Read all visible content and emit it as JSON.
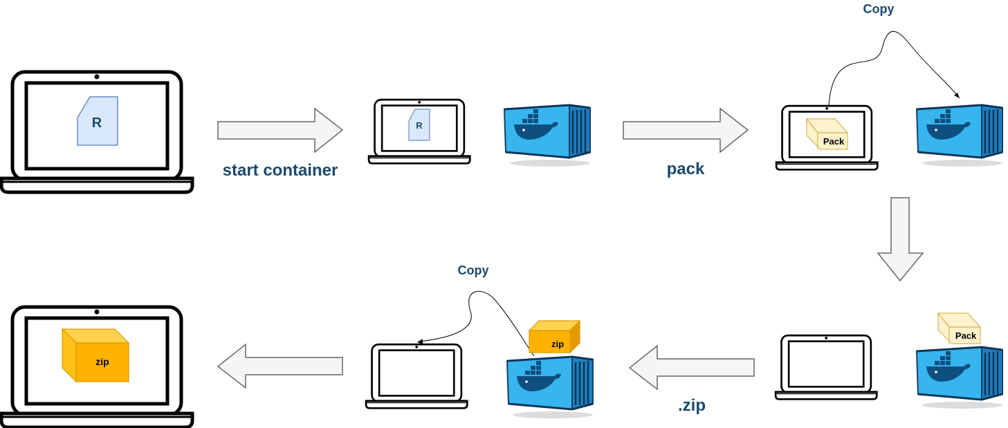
{
  "labels": {
    "start_container": "start container",
    "pack": "pack",
    "zip_ext": ".zip",
    "copy_top": "Copy",
    "copy_bottom": "Copy"
  },
  "items": {
    "r_big": "R",
    "r_small": "R",
    "pack_1": "Pack",
    "pack_2": "Pack",
    "zip_container": "zip",
    "zip_big": "zip"
  },
  "icons": [
    "laptop-icon",
    "r-file-icon",
    "docker-container-icon",
    "package-box-icon",
    "zip-box-icon",
    "arrow-icon"
  ],
  "colors": {
    "label_text": "#1a4a6e",
    "container_blue": "#2ea3e0",
    "container_dark": "#1d6fa8",
    "r_file": "#dae8fc",
    "pack_box": "#fff2cc",
    "zip_box": "#ffb300",
    "arrow_fill": "#f5f5f5"
  }
}
